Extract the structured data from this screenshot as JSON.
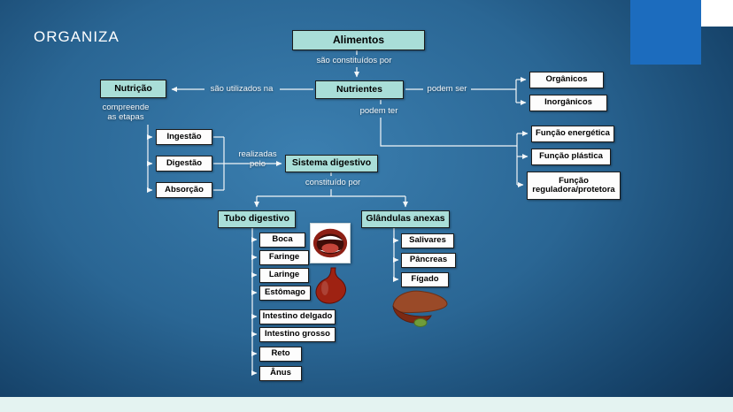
{
  "slide": {
    "title": "ORGANIZA"
  },
  "nodes": {
    "alimentos": "Alimentos",
    "nutrientes": "Nutrientes",
    "nutricao": "Nutrição",
    "organicos": "Orgânicos",
    "inorganicos": "Inorgânicos",
    "funcao_energetica": "Função energética",
    "funcao_plastica": "Função plástica",
    "funcao_reguladora": "Função reguladora/protetora",
    "ingestao": "Ingestão",
    "digestao": "Digestão",
    "absorcao": "Absorção",
    "sistema_digestivo": "Sistema digestivo",
    "tubo_digestivo": "Tubo digestivo",
    "glandulas_anexas": "Glândulas anexas",
    "boca": "Boca",
    "faringe": "Faringe",
    "laringe": "Laringe",
    "estomago": "Estômago",
    "intestino_delgado": "Intestino delgado",
    "intestino_grosso": "Intestino grosso",
    "reto": "Reto",
    "anus": "Ânus",
    "salivares": "Salivares",
    "pancreas": "Pâncreas",
    "figado": "Fígado"
  },
  "edge_labels": {
    "sao_constituidos_por": "são constituídos por",
    "sao_utilizados_na": "são utilizados na",
    "podem_ser": "podem ser",
    "podem_ter": "podem ter",
    "compreende_as_etapas": "compreende\nas etapas",
    "realizadas_pelo": "realizadas\npelo",
    "constituido_por": "constituído por"
  },
  "images": {
    "mouth": "open-mouth-photo",
    "stomach": "stomach-illustration",
    "liver": "liver-illustration"
  },
  "colors": {
    "background_dark": "#0f3152",
    "background_light": "#3b7fb0",
    "teal_node": "#a9ded8",
    "white_node": "#fdfdfd",
    "accent_rectangle": "#1c6cbe",
    "footer_strip": "#e4f3f1",
    "connector": "#f2f6f8"
  }
}
